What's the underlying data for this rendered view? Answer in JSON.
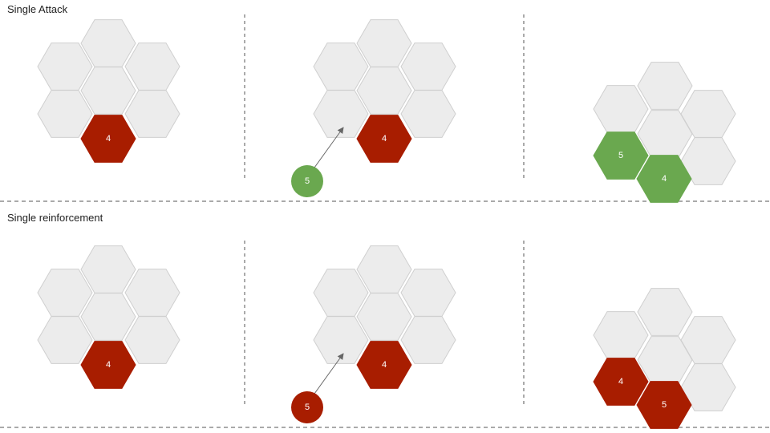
{
  "sections": [
    {
      "title": "Single Attack",
      "panels": [
        {
          "highlight_label": "4",
          "highlight_color": "#a81d00"
        },
        {
          "highlight_label": "4",
          "highlight_color": "#a81d00",
          "incoming_label": "5",
          "incoming_color": "#6aa84f"
        },
        {
          "left_label": "5",
          "right_label": "4",
          "result_color": "#6aa84f"
        }
      ]
    },
    {
      "title": "Single reinforcement",
      "panels": [
        {
          "highlight_label": "4",
          "highlight_color": "#a81d00"
        },
        {
          "highlight_label": "4",
          "highlight_color": "#a81d00",
          "incoming_label": "5",
          "incoming_color": "#a81d00"
        },
        {
          "left_label": "4",
          "right_label": "5",
          "result_color": "#a81d00"
        }
      ]
    }
  ],
  "colors": {
    "empty_fill": "#ececec",
    "empty_stroke": "#cfcfcf",
    "arrow": "#666666",
    "divider": "#555555"
  }
}
